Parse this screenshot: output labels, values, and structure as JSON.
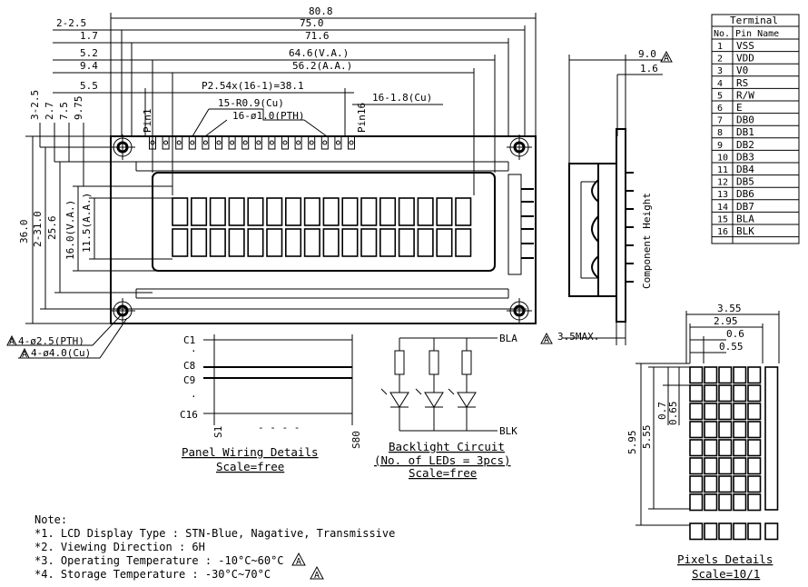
{
  "dims": {
    "top": [
      "80.8",
      "75.0",
      "71.6",
      "64.6(V.A.)",
      "56.2(A.A.)",
      "P2.54x(16-1)=38.1"
    ],
    "top_left": [
      "2-2.5",
      "1.7",
      "5.2",
      "9.4",
      "5.5"
    ],
    "pad_r": "15-R0.9(Cu)",
    "pad_pth": "16-ø1.0(PTH)",
    "pad_cu": "16-1.8(Cu)",
    "left_small": [
      "3-2.5",
      "2.7",
      "7.5",
      "9.75"
    ],
    "left_v": [
      "36.0",
      "2-31.0",
      "25.6",
      "16.0(V.A.)",
      "11.5(A.A.)"
    ],
    "hole_pth": "4-ø2.5(PTH)",
    "hole_cu": "4-ø4.0(Cu)",
    "pin1": "Pin1",
    "pin16": "Pin16",
    "side_90": "9.0",
    "side_16": "1.6",
    "side_35": "3.5MAX.",
    "comp_height": "Component Height"
  },
  "terminal": {
    "title": "Terminal",
    "col_no": "No.",
    "col_name": "Pin Name",
    "rows": [
      {
        "no": "1",
        "name": "VSS"
      },
      {
        "no": "2",
        "name": "VDD"
      },
      {
        "no": "3",
        "name": "V0"
      },
      {
        "no": "4",
        "name": "RS"
      },
      {
        "no": "5",
        "name": "R/W"
      },
      {
        "no": "6",
        "name": "E"
      },
      {
        "no": "7",
        "name": "DB0"
      },
      {
        "no": "8",
        "name": "DB1"
      },
      {
        "no": "9",
        "name": "DB2"
      },
      {
        "no": "10",
        "name": "DB3"
      },
      {
        "no": "11",
        "name": "DB4"
      },
      {
        "no": "12",
        "name": "DB5"
      },
      {
        "no": "13",
        "name": "DB6"
      },
      {
        "no": "14",
        "name": "DB7"
      },
      {
        "no": "15",
        "name": "BLA"
      },
      {
        "no": "16",
        "name": "BLK"
      }
    ]
  },
  "panel": {
    "labels": [
      "C1",
      "C8",
      "C9",
      "C16"
    ],
    "dot": "·",
    "s1": "S1",
    "s80": "S80",
    "dots": "- - - -",
    "title": "Panel Wiring Details",
    "scale": "Scale=free"
  },
  "backlight": {
    "bla": "BLA",
    "blk": "BLK",
    "title": "Backlight Circuit",
    "sub": "(No. of LEDs = 3pcs)",
    "scale": "Scale=free"
  },
  "pixels": {
    "dims": [
      "3.55",
      "2.95",
      "0.6",
      "0.55",
      "0.7",
      "0.65",
      "5.95",
      "5.55"
    ],
    "title": "Pixels Details",
    "scale": "Scale=10/1"
  },
  "notes": {
    "heading": "Note:",
    "items": [
      "*1. LCD Display Type : STN-Blue, Nagative, Transmissive",
      "*2. Viewing Direction : 6H",
      "*3. Operating Temperature : -10°C~60°C",
      "*4. Storage Temperature : -30°C~70°C"
    ],
    "rev": "A"
  }
}
